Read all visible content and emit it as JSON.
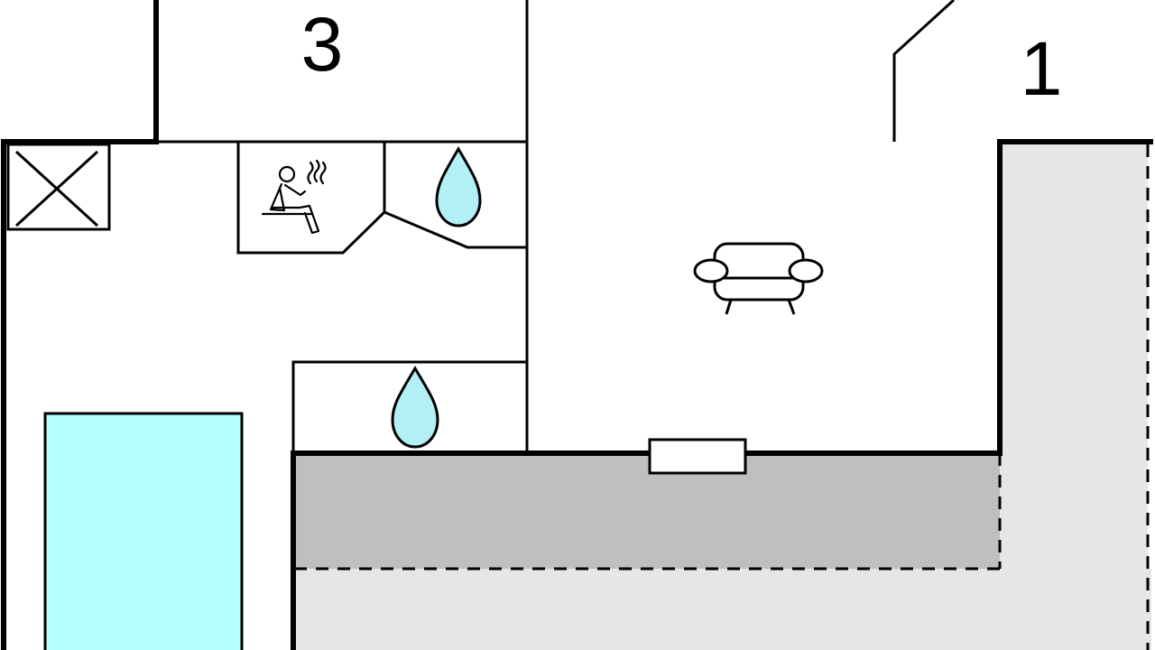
{
  "floorplan": {
    "rooms": [
      {
        "id": "room-3",
        "label": "3"
      },
      {
        "id": "room-1",
        "label": "1"
      }
    ],
    "icons": [
      {
        "name": "sauna-icon",
        "meaning": "sauna"
      },
      {
        "name": "water-drop-icon",
        "meaning": "shower"
      },
      {
        "name": "water-drop-icon",
        "meaning": "bathroom"
      },
      {
        "name": "sofa-icon",
        "meaning": "living room"
      }
    ],
    "colors": {
      "wall": "#000000",
      "pool": "#b3ffff",
      "terrace": "#e6e6e6",
      "covered_terrace": "#bfbfbf",
      "drop": "#b3f0f5",
      "floor": "#ffffff"
    }
  }
}
